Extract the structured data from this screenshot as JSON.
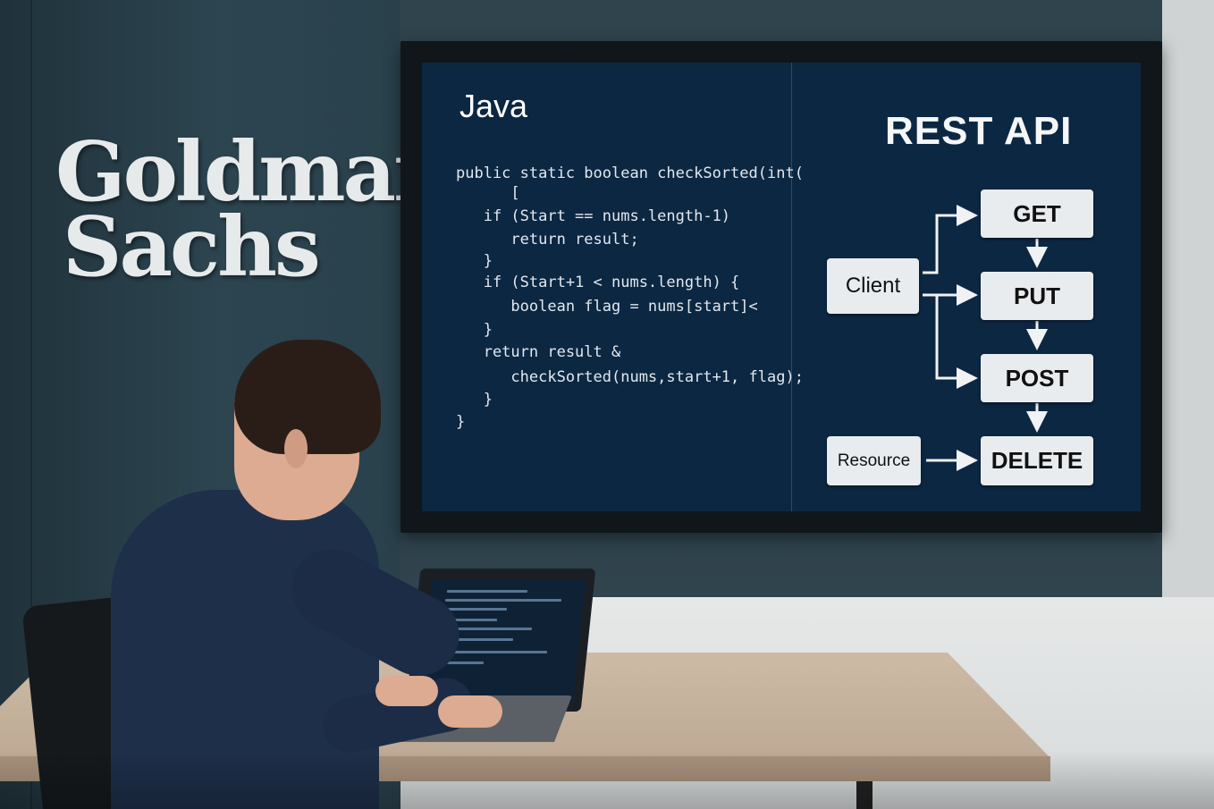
{
  "logo": {
    "line1": "Goldman",
    "line2": "Sachs"
  },
  "screen": {
    "left_panel": {
      "title": "Java",
      "code_lines": [
        "public static boolean checkSorted(int(",
        "      [",
        "   if (Start == nums.length-1)",
        "      return result;",
        "   }",
        "   if (Start+1 < nums.length) {",
        "      boolean flag = nums[start]<",
        "   }",
        "   return result &",
        "      checkSorted(nums,start+1, flag);",
        "   }",
        "}"
      ]
    },
    "right_panel": {
      "title": "REST API",
      "client_label": "Client",
      "resource_label": "Resource",
      "methods": [
        "GET",
        "PUT",
        "POST",
        "DELETE"
      ]
    }
  },
  "colors": {
    "screen_bg": "#0c2742",
    "box_bg": "#e9ecef",
    "wall": "#2c4550",
    "desk": "#c7b39e"
  }
}
